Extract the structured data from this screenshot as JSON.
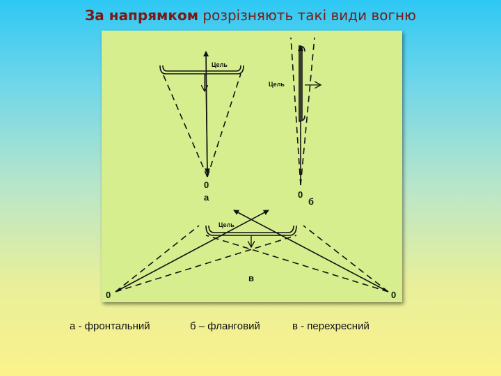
{
  "title": {
    "bold": "За напрямком",
    "rest": " розрізняють такі види вогню"
  },
  "diagram": {
    "target_label": "Цель",
    "origin_label": "0",
    "part_a": "а",
    "part_b": "б",
    "part_c": "в"
  },
  "captions": [
    "а -  фронтальний",
    "б – фланговий",
    "в - перехресний"
  ],
  "colors": {
    "title": "#7a1a16",
    "panel": "#d6ee8e"
  }
}
